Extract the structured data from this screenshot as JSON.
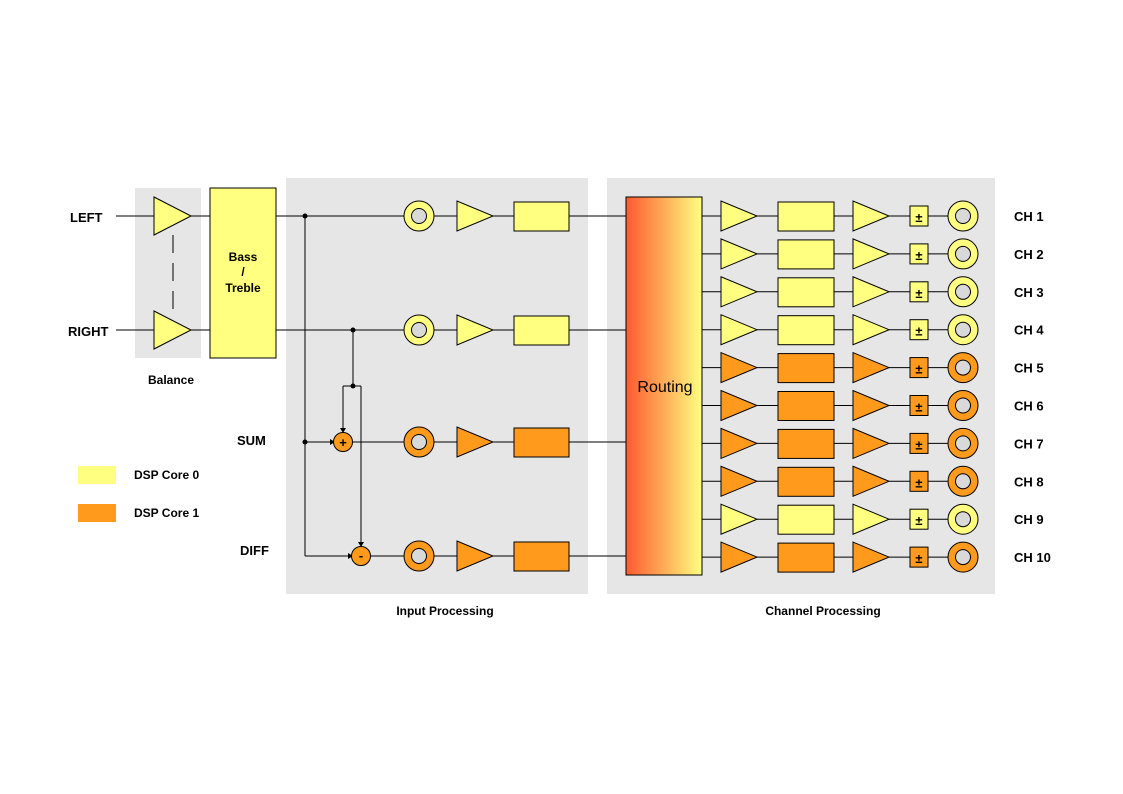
{
  "inputs": {
    "left": "LEFT",
    "right": "RIGHT",
    "sum": "SUM",
    "diff": "DIFF"
  },
  "balance_label": "Balance",
  "bass_treble_label": [
    "Bass",
    "/",
    "Treble"
  ],
  "sum_op": "+",
  "diff_op": "-",
  "input_processing_label": "Input Processing",
  "routing_label": "Routing",
  "channel_processing_label": "Channel Processing",
  "legend": [
    {
      "label": "DSP Core 0",
      "color": "#ffff80"
    },
    {
      "label": "DSP Core 1",
      "color": "#ff9a1c"
    }
  ],
  "colors": {
    "core0": "#ffff80",
    "core1": "#ff9a1c",
    "panel": "#e6e6e6",
    "routing_left": "#ff5a30",
    "routing_right": "#ffff80"
  },
  "input_paths": [
    {
      "name": "left",
      "core": 0
    },
    {
      "name": "right",
      "core": 0
    },
    {
      "name": "sum",
      "core": 1
    },
    {
      "name": "diff",
      "core": 1
    }
  ],
  "channels": [
    {
      "label": "CH 1",
      "core": 0,
      "symbol": "±"
    },
    {
      "label": "CH 2",
      "core": 0,
      "symbol": "±"
    },
    {
      "label": "CH 3",
      "core": 0,
      "symbol": "±"
    },
    {
      "label": "CH 4",
      "core": 0,
      "symbol": "±"
    },
    {
      "label": "CH 5",
      "core": 1,
      "symbol": "±"
    },
    {
      "label": "CH 6",
      "core": 1,
      "symbol": "±"
    },
    {
      "label": "CH 7",
      "core": 1,
      "symbol": "±"
    },
    {
      "label": "CH 8",
      "core": 1,
      "symbol": "±"
    },
    {
      "label": "CH 9",
      "core": 0,
      "symbol": "±"
    },
    {
      "label": "CH 10",
      "core": 1,
      "symbol": "±"
    }
  ]
}
